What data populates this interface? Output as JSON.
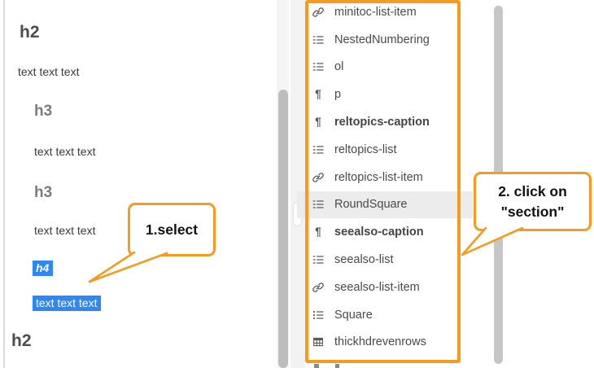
{
  "colors": {
    "accent_orange": "#f79a1d",
    "selection_blue": "#2f87f2",
    "list_hover_gray": "#ececec",
    "scrollbar_gray": "#c6c6c6"
  },
  "annotations": {
    "step1": {
      "label": "1.select"
    },
    "step2": {
      "line1": "2. click on",
      "line2": "\"section\""
    }
  },
  "editor": {
    "blocks": [
      {
        "type": "h2",
        "text": "h2"
      },
      {
        "type": "p",
        "text": "text text text"
      },
      {
        "type": "h3",
        "text": "h3"
      },
      {
        "type": "p",
        "text": "text text text"
      },
      {
        "type": "h3",
        "text": "h3"
      },
      {
        "type": "p",
        "text": "text text text"
      },
      {
        "type": "h4-selected",
        "text": "h4"
      },
      {
        "type": "p-selected",
        "text": "text text text"
      },
      {
        "type": "h2",
        "text": "h2"
      }
    ]
  },
  "style_list": {
    "items": [
      {
        "label": "minitoc-list-item",
        "icon": "link"
      },
      {
        "label": "NestedNumbering",
        "icon": "ordered-list"
      },
      {
        "label": "ol",
        "icon": "ordered-list"
      },
      {
        "label": "p",
        "icon": "paragraph"
      },
      {
        "label": "reltopics-caption",
        "icon": "paragraph",
        "bold": true
      },
      {
        "label": "reltopics-list",
        "icon": "ordered-list"
      },
      {
        "label": "reltopics-list-item",
        "icon": "link"
      },
      {
        "label": "RoundSquare",
        "icon": "ordered-list",
        "highlighted": true
      },
      {
        "label": "seealso-caption",
        "icon": "paragraph",
        "bold": true
      },
      {
        "label": "seealso-list",
        "icon": "ordered-list"
      },
      {
        "label": "seealso-list-item",
        "icon": "link"
      },
      {
        "label": "Square",
        "icon": "bullet-list"
      },
      {
        "label": "thickhdrevenrows",
        "icon": "table"
      }
    ]
  },
  "icon_glyphs": {
    "paragraph": "¶"
  }
}
